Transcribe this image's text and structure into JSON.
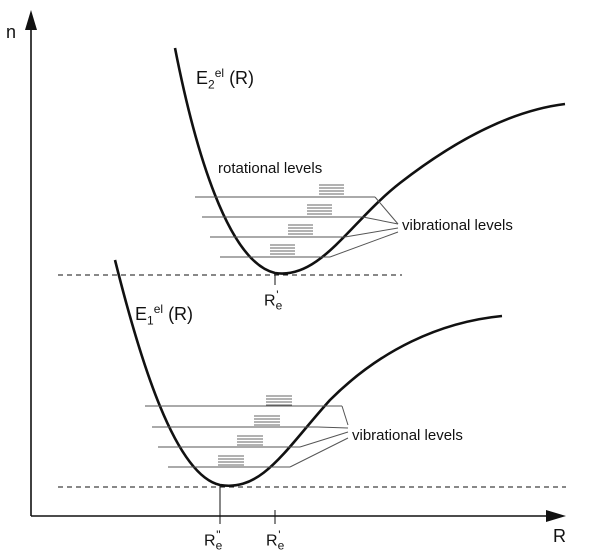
{
  "axes": {
    "y_label": "n",
    "x_label": "R"
  },
  "upper_state": {
    "label_main": "E",
    "label_sub": "2",
    "label_sup": "el",
    "label_arg": "(R)",
    "rotational_label": "rotational levels",
    "vibrational_label": "vibrational levels",
    "tick_main": "R",
    "tick_sub": "e",
    "tick_prime": "'"
  },
  "lower_state": {
    "label_main": "E",
    "label_sub": "1",
    "label_sup": "el",
    "label_arg": "(R)",
    "vibrational_label": "vibrational levels"
  },
  "x_ticks": [
    {
      "main": "R",
      "sub": "e",
      "prime": "\""
    },
    {
      "main": "R",
      "sub": "e",
      "prime": "'"
    }
  ],
  "colors": {
    "ink": "#111111",
    "line": "#555555",
    "hatch": "#666666"
  }
}
